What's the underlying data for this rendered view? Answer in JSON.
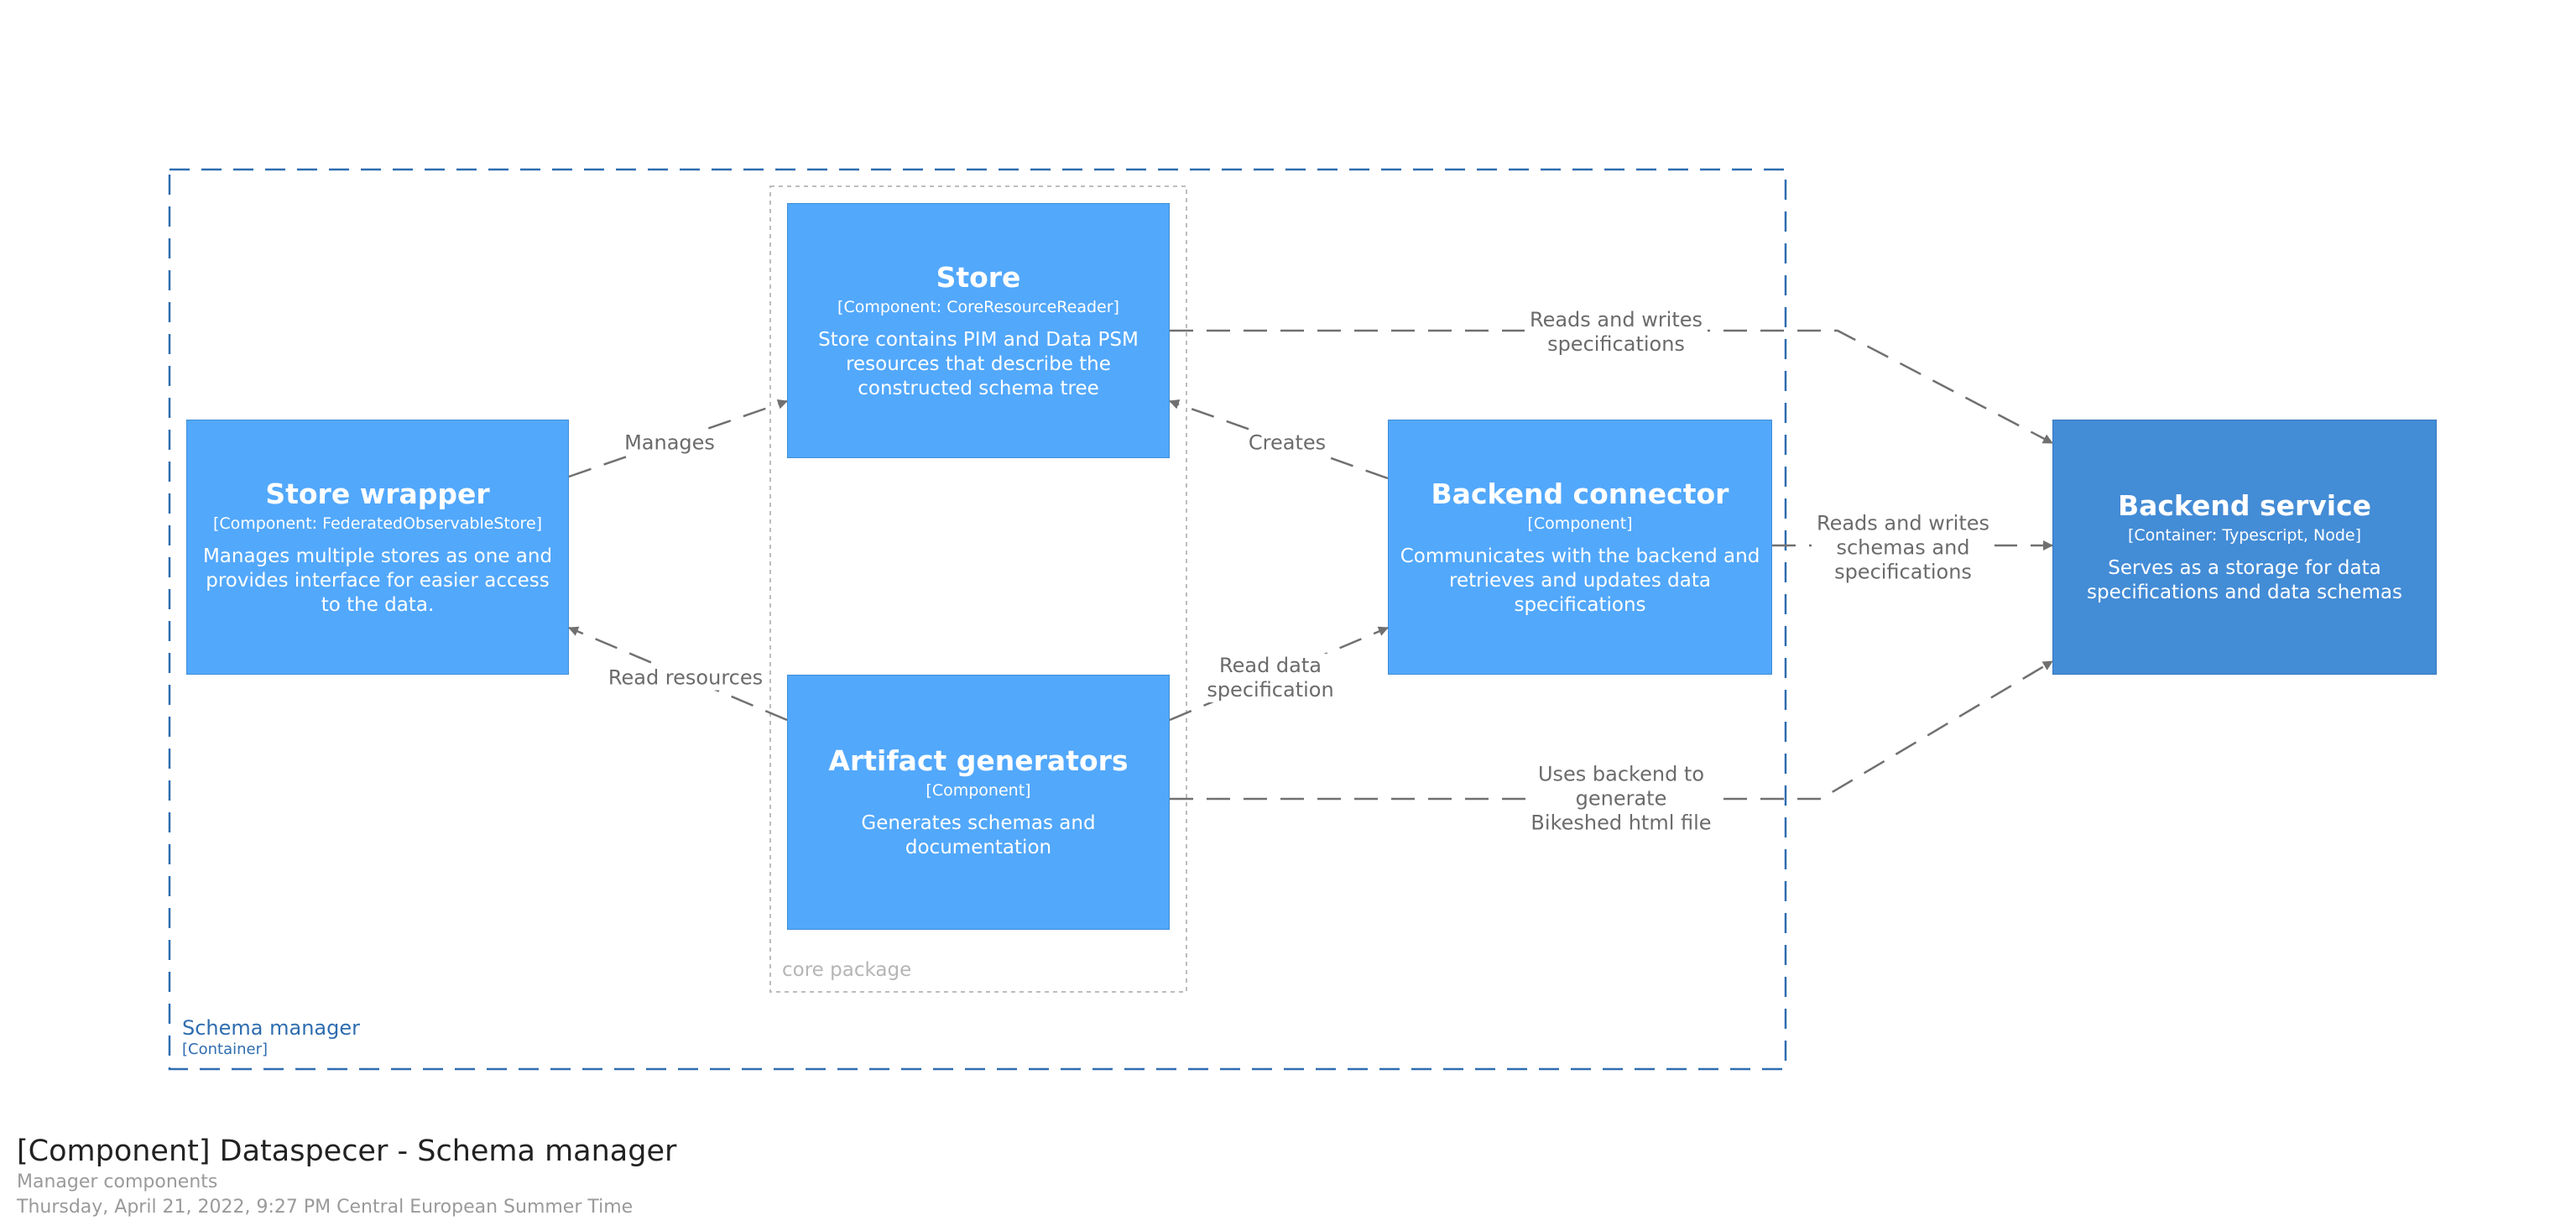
{
  "colors": {
    "component": "#52a8fb",
    "component_border": "#3f8ed8",
    "container": "#438cd6",
    "container_border": "#3578bf",
    "boundary": "#2f6db0",
    "package_border": "#bdbdbd",
    "edge": "#707070"
  },
  "boundaries": {
    "schema_manager": {
      "name": "Schema manager",
      "type": "[Container]"
    },
    "core_package": {
      "name": "core package"
    }
  },
  "components": {
    "store": {
      "title": "Store",
      "tech": "[Component: CoreResourceReader]",
      "desc": "Store contains PIM and Data PSM resources that describe the constructed schema tree"
    },
    "store_wrapper": {
      "title": "Store wrapper",
      "tech": "[Component: FederatedObservableStore]",
      "desc": "Manages multiple stores as one and provides interface for easier access to the data."
    },
    "artifact_generators": {
      "title": "Artifact generators",
      "tech": "[Component]",
      "desc": "Generates schemas and documentation"
    },
    "backend_connector": {
      "title": "Backend connector",
      "tech": "[Component]",
      "desc": "Communicates with the backend and retrieves and updates data specifications"
    },
    "backend_service": {
      "title": "Backend service",
      "tech": "[Container: Typescript, Node]",
      "desc": "Serves as a storage for data specifications and data schemas"
    }
  },
  "relations": {
    "manages": "Manages",
    "read_resources": "Read resources",
    "creates": "Creates",
    "read_data_specification": "Read data\nspecification",
    "reads_writes_specifications": "Reads and writes\nspecifications",
    "reads_writes_schemas": "Reads and writes\nschemas and\nspecifications",
    "uses_backend": "Uses backend to\ngenerate\nBikeshed html file"
  },
  "footer": {
    "title": "[Component] Dataspecer - Schema manager",
    "subtitle": "Manager components",
    "timestamp": "Thursday, April 21, 2022, 9:27 PM Central European Summer Time"
  }
}
